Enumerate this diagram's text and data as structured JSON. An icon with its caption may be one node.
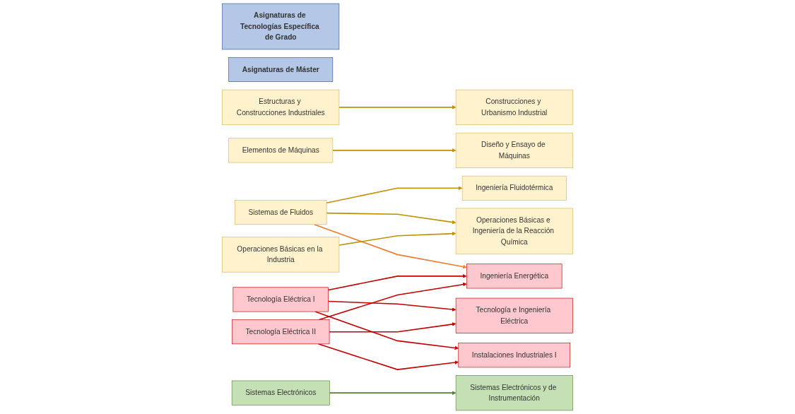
{
  "diagram": {
    "nodes": [
      {
        "text": [
          "Asignaturas de Tecnologías Específica de Grado"
        ]
      },
      {
        "text": [
          "Asignaturas  de Máster"
        ]
      },
      {
        "text": [
          "Estructuras y Construcciones Industriales"
        ]
      },
      {
        "text": [
          "Elementos de Máquinas"
        ]
      },
      {
        "text": [
          "Sistemas de Fluidos"
        ]
      },
      {
        "text": [
          "Operaciones Básicas en la Industria"
        ]
      },
      {
        "text": [
          "Tecnología Eléctrica I"
        ]
      },
      {
        "text": [
          "Tecnología Eléctrica II"
        ]
      },
      {
        "text": [
          "Sistemas Electrónicos"
        ]
      },
      {
        "text": [
          "Construcciones y Urbanismo Industrial"
        ]
      },
      {
        "text": [
          "Diseño y Ensayo de Máquinas"
        ]
      },
      {
        "text": [
          "Ingeniería Fluidotérmica"
        ]
      },
      {
        "text": [
          "Operaciones Básicas e Ingeniería de la Reacción Química"
        ]
      },
      {
        "text": [
          "Ingeniería Energética"
        ]
      },
      {
        "text": [
          "Tecnología e Ingeniería Eléctrica"
        ]
      },
      {
        "text": [
          "Instalaciones Industriales I"
        ]
      },
      {
        "text": [
          "Sistemas Electrónicos y de Instrumentación"
        ]
      }
    ],
    "edges": [
      {
        "from": 2,
        "to": 9,
        "arrow": "to",
        "color": "#bf9000"
      },
      {
        "from": 3,
        "to": 10,
        "arrow": "to",
        "color": "#bf9000"
      },
      {
        "from": 4,
        "to": 11,
        "arrow": "to",
        "color": "#bf9000"
      },
      {
        "from": 4,
        "to": 12,
        "arrow": "to",
        "color": "#bf9000"
      },
      {
        "from": 4,
        "to": 13,
        "arrow": "to",
        "color": "#ed7d31"
      },
      {
        "from": 5,
        "to": 12,
        "arrow": "to",
        "color": "#bf9000"
      },
      {
        "from": 6,
        "to": 13,
        "arrow": "to"
      },
      {
        "from": 6,
        "to": 14,
        "arrow": "to"
      },
      {
        "from": 6,
        "to": 15,
        "arrow": "to"
      },
      {
        "from": 7,
        "to": 13,
        "arrow": "to"
      },
      {
        "from": 7,
        "to": 14,
        "arrow": "to"
      },
      {
        "from": 7,
        "to": 15,
        "arrow": "to"
      },
      {
        "from": 8,
        "to": 16,
        "arrow": "to",
        "color": "#548235"
      }
    ]
  }
}
